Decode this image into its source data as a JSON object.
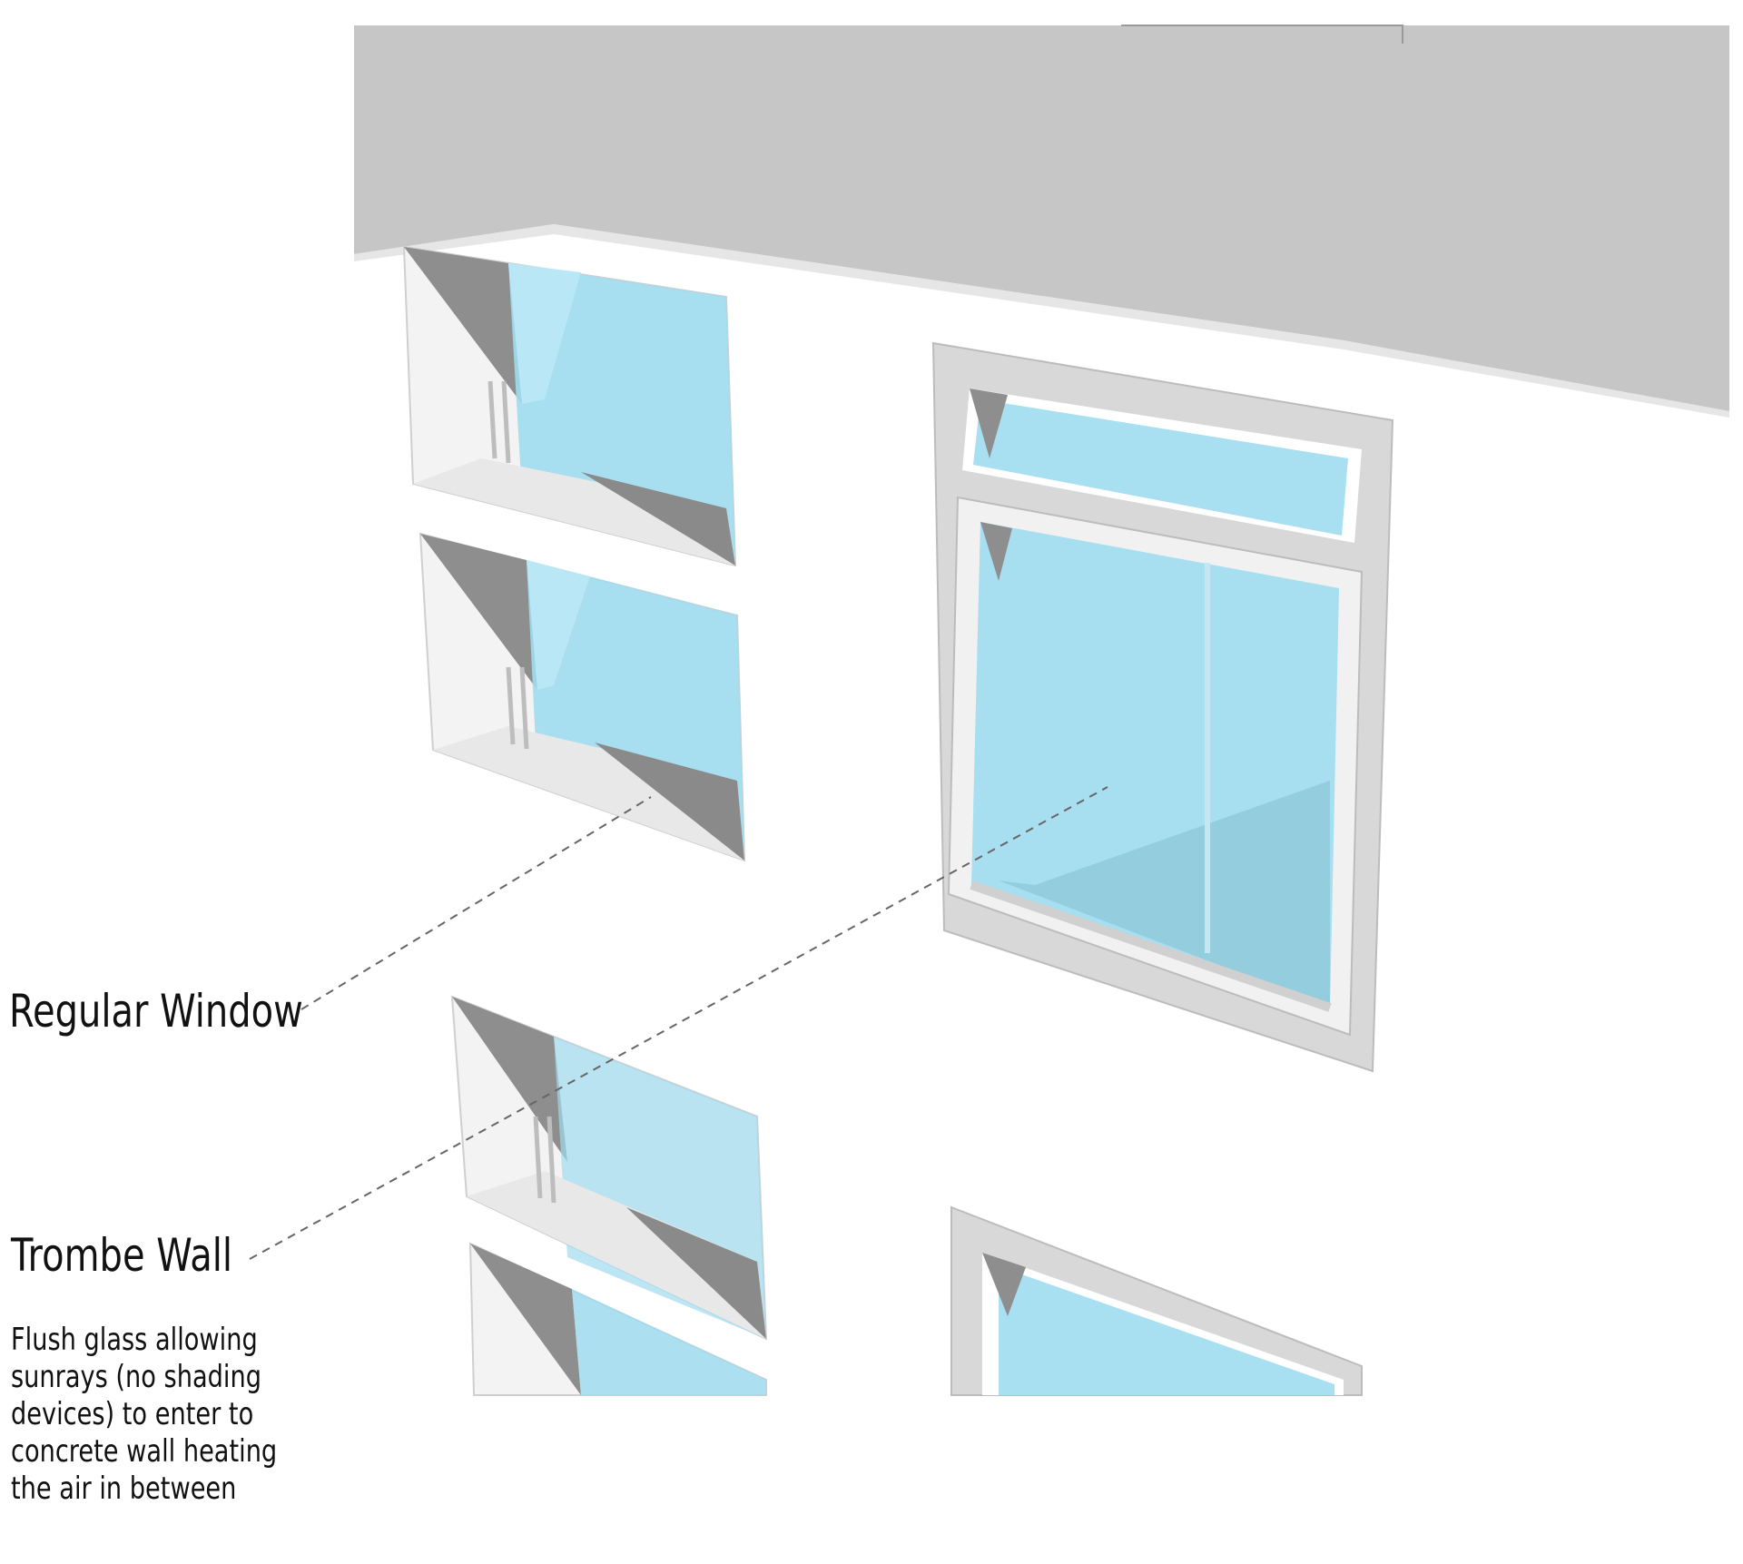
{
  "labels": {
    "regular_window": "Regular Window",
    "trombe_wall": "Trombe Wall"
  },
  "description_lines": [
    "Flush glass allowing",
    "sunrays (no shading",
    "devices) to enter to",
    "concrete wall heating",
    "the air in between"
  ],
  "colors": {
    "background": "#ffffff",
    "roof_slab": "#c6c6c6",
    "glass": "#9fdcf0",
    "reveal_shadow": "#8e8e8e",
    "leader_line": "#666666",
    "text": "#111111"
  }
}
